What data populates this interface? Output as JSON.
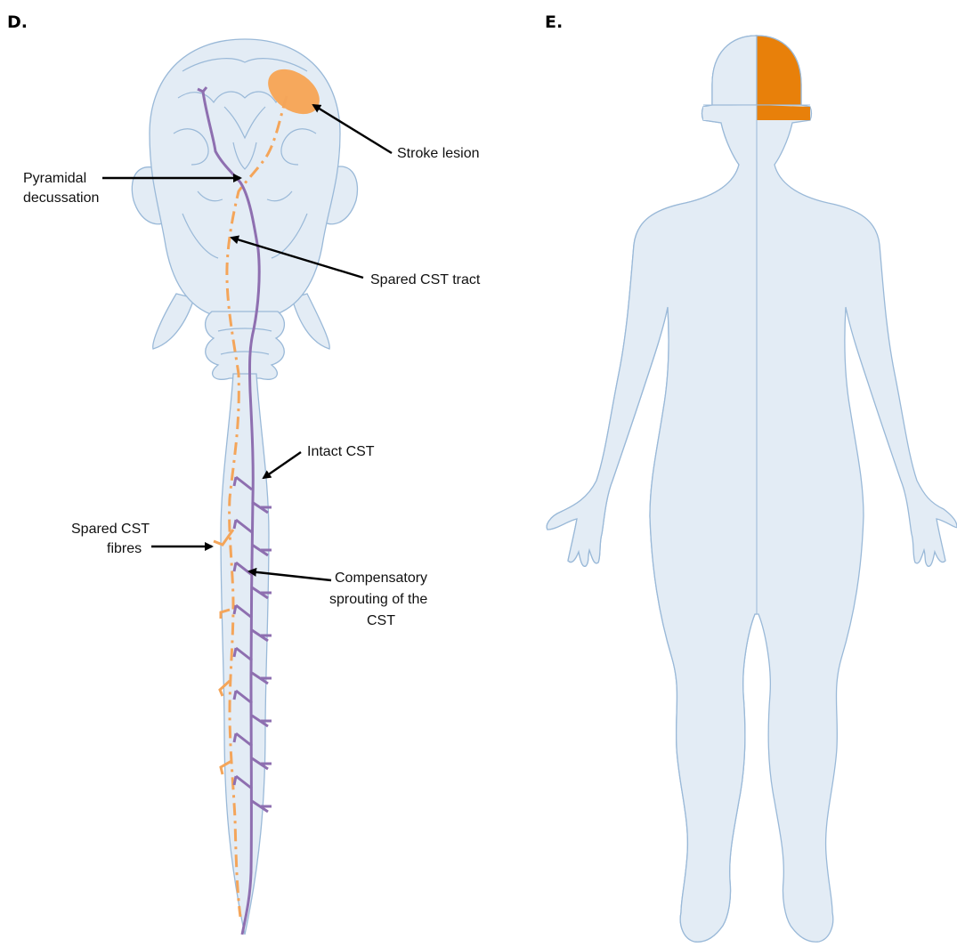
{
  "panels": {
    "left_letter": "D.",
    "right_letter": "E."
  },
  "labels": {
    "stroke_lesion": "Stroke lesion",
    "pyramidal_1": "Pyramidal",
    "pyramidal_2": "decussation",
    "spared_tract": "Spared CST tract",
    "intact_cst": "Intact CST",
    "spared_fibres_1": "Spared CST fibres",
    "spared_fibres_2": "fibres",
    "spared_fibres_top": "Spared CST",
    "comp_1": "Compensatory",
    "comp_2": "sprouting of the",
    "comp_3": "CST"
  },
  "colors": {
    "intact_tract": "#8e6fb0",
    "spared_tract": "#f4a55a",
    "lesion": "#f6a85c",
    "affected_side": "#e8800a",
    "tissue": "#e3ecf5",
    "outline": "#9ab9d8"
  }
}
